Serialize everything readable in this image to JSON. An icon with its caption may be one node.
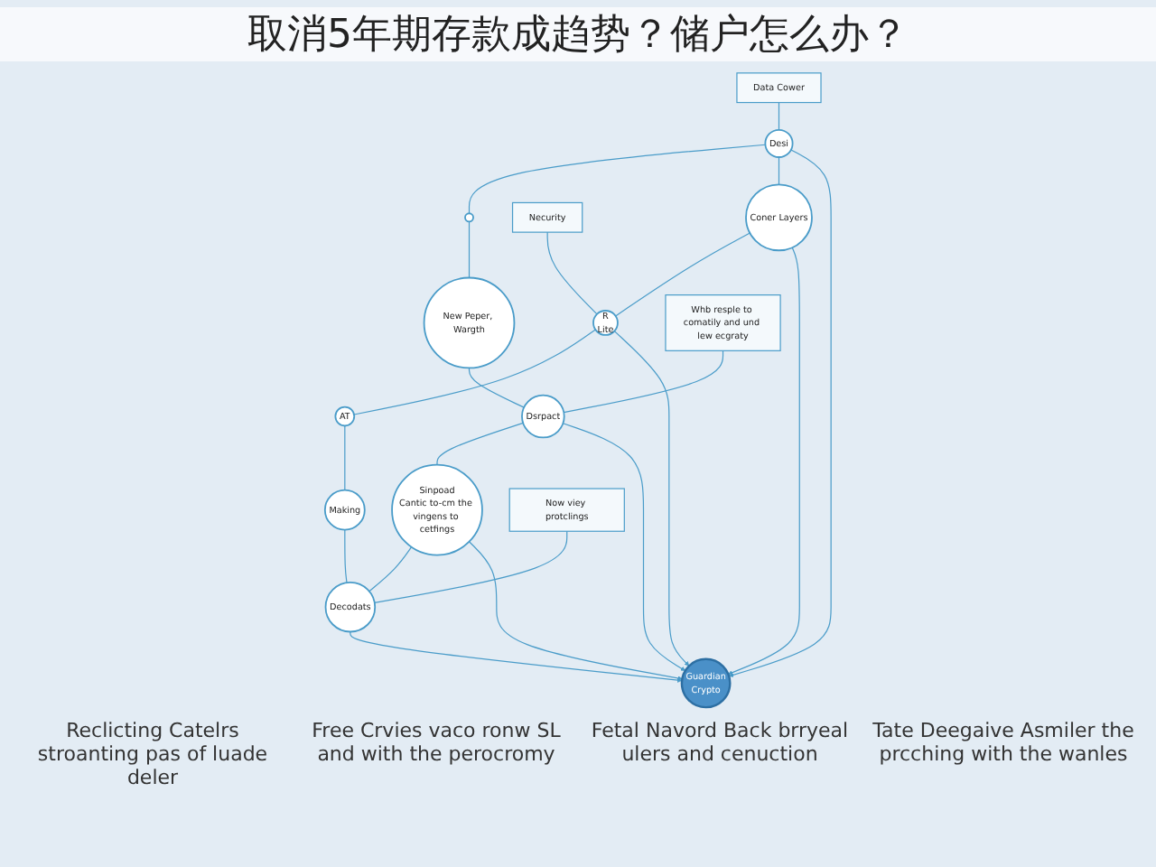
{
  "diagram": {
    "title": "取消5年期存款成趋势？储户怎么办？",
    "nodes": [
      {
        "text": [
          "Guardian",
          "Crypto"
        ]
      },
      {
        "text": [
          "Coner Layers"
        ]
      },
      {
        "text": [
          "Desi"
        ]
      },
      {
        "text": [
          "R",
          "Lite"
        ]
      },
      {
        "text": [
          "Data Cower"
        ]
      },
      {
        "text": [
          "Necurity"
        ]
      },
      {
        "text": [],
        "shape": "circle"
      },
      {
        "text": [
          "AT"
        ]
      },
      {
        "text": [
          "New Peper, Wargth"
        ]
      },
      {
        "text": [
          "Making"
        ]
      },
      {
        "text": [
          "Dsrpact"
        ]
      },
      {
        "text": [
          "Decodats"
        ]
      },
      {
        "text": [
          "Sinpoad",
          "Cantic to-cm the vingens to cetfings"
        ]
      },
      {
        "text": [
          "Whb resple to comatily and und lew ecgraty"
        ]
      },
      {
        "text": [
          "Now viey protclings"
        ]
      }
    ],
    "edges": [
      {
        "from": 1,
        "to": 0,
        "arrow": "to"
      },
      {
        "from": 2,
        "to": 0,
        "arrow": "to"
      },
      {
        "from": 3,
        "to": 0,
        "arrow": "to"
      },
      {
        "from": 10,
        "to": 0,
        "arrow": "to"
      },
      {
        "from": 11,
        "to": 0,
        "arrow": "to"
      },
      {
        "from": 12,
        "to": 0,
        "arrow": "to"
      },
      {
        "from": 4,
        "to": 2,
        "arrow": "none"
      },
      {
        "from": 5,
        "to": 3,
        "arrow": "none"
      },
      {
        "from": 2,
        "to": 1,
        "arrow": "none"
      },
      {
        "from": 1,
        "to": 3,
        "arrow": "none"
      },
      {
        "from": 2,
        "to": 6,
        "arrow": "none"
      },
      {
        "from": 3,
        "to": 7,
        "arrow": "none"
      },
      {
        "from": 6,
        "to": 8,
        "arrow": "none"
      },
      {
        "from": 7,
        "to": 9,
        "arrow": "none"
      },
      {
        "from": 8,
        "to": 10,
        "arrow": "none"
      },
      {
        "from": 9,
        "to": 11,
        "arrow": "none"
      },
      {
        "from": 10,
        "to": 12,
        "arrow": "none"
      },
      {
        "from": 12,
        "to": 11,
        "arrow": "none"
      },
      {
        "from": 13,
        "to": 10,
        "arrow": "none"
      },
      {
        "from": 14,
        "to": 11,
        "arrow": "none"
      }
    ],
    "labels": [
      "Reclicting Catelrs stroanting pas of luade deler",
      "Free Crvies vaco ronw SL and with the perocromy",
      "Fetal Navord Back brryeal ulers and cenuction",
      "Tate Deegaive Asmiler the prcching with the wanles"
    ]
  }
}
